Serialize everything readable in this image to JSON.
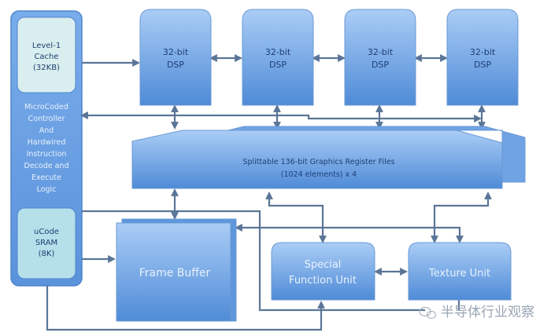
{
  "controller": {
    "cache": {
      "lines": [
        "Level-1",
        "Cache",
        "(32KB)"
      ]
    },
    "logic": {
      "lines": [
        "MicroCoded",
        "Controller",
        "And",
        "Hardwired",
        "Instruction",
        "Decode and",
        "Execute",
        "Logic"
      ]
    },
    "sram": {
      "lines": [
        "uCode",
        "SRAM",
        "(8K)"
      ]
    }
  },
  "dsps": [
    {
      "lines": [
        "32-bit",
        "DSP"
      ]
    },
    {
      "lines": [
        "32-bit",
        "DSP"
      ]
    },
    {
      "lines": [
        "32-bit",
        "DSP"
      ]
    },
    {
      "lines": [
        "32-bit",
        "DSP"
      ]
    }
  ],
  "register_files": {
    "lines": [
      "Splittable 136-bit Graphics Register Files",
      "(1024 elements) x 4"
    ]
  },
  "frame_buffer": {
    "label": "Frame Buffer"
  },
  "special_function_unit": {
    "lines": [
      "Special",
      "Function Unit"
    ]
  },
  "texture_unit": {
    "label": "Texture Unit"
  },
  "watermark": {
    "text": "半导体行业观察"
  },
  "colors": {
    "block_top": "#a9ccf5",
    "block_bottom": "#4f8ad6",
    "controller_fill": "#6fa3e3",
    "inner_cache": "#d9efef",
    "inner_sram": "#b5e0ea",
    "connector": "#5a7597"
  }
}
